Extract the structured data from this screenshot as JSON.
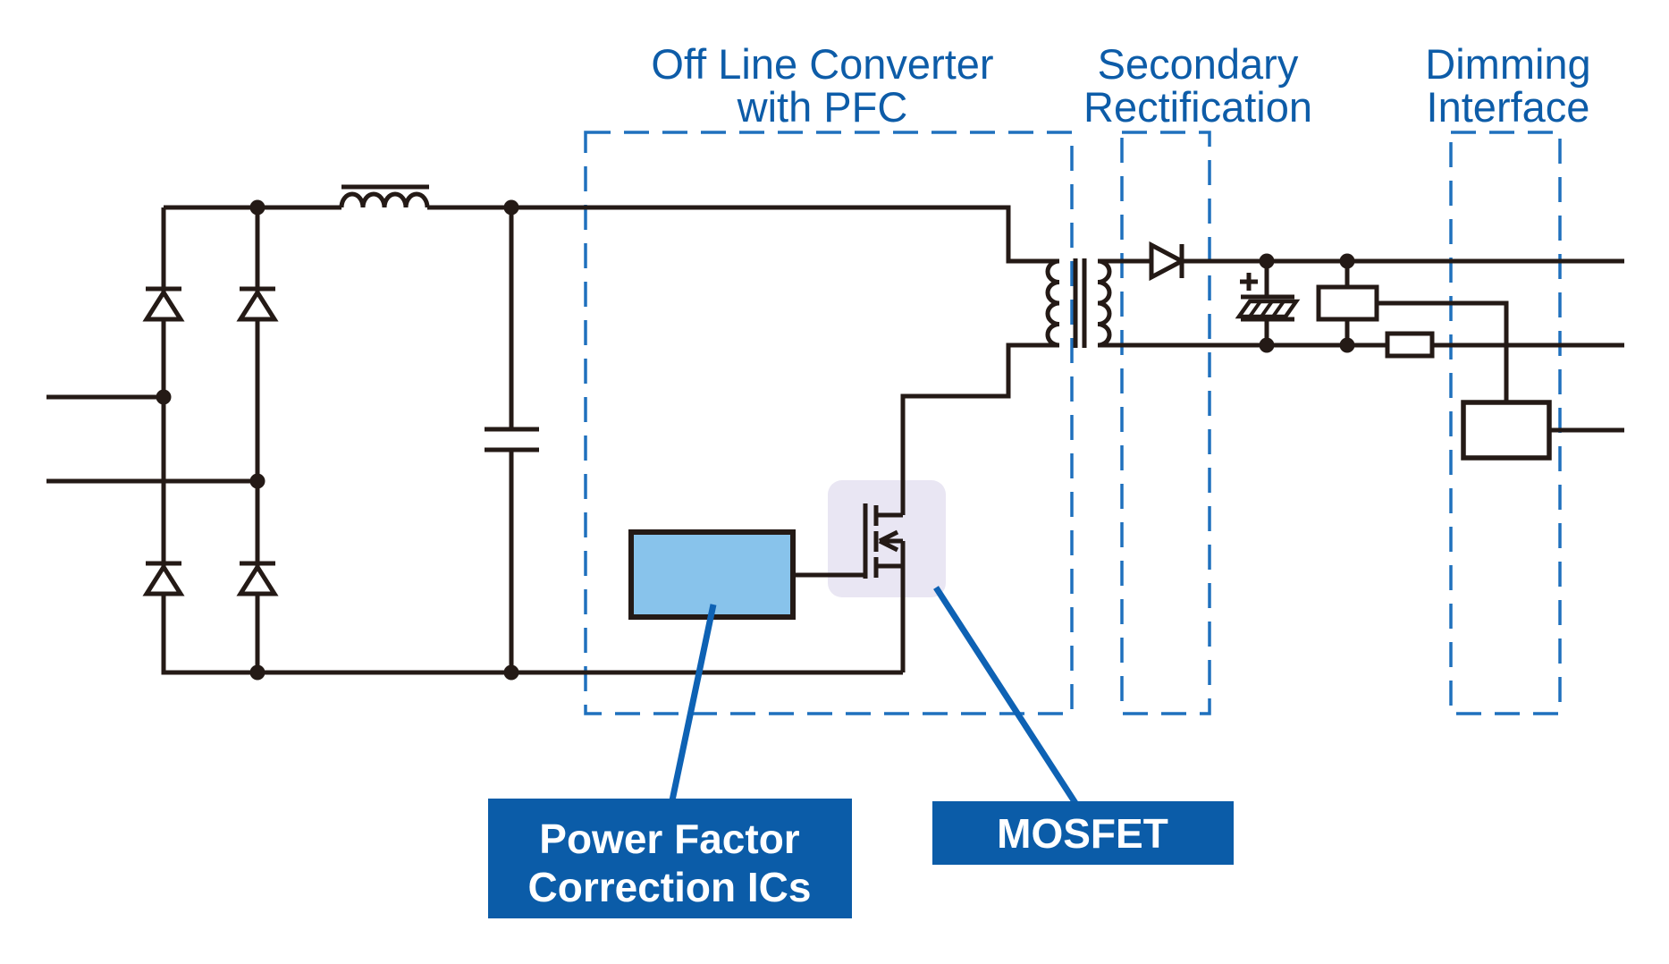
{
  "sections": {
    "offline": {
      "line1": "Off Line Converter",
      "line2": "with PFC"
    },
    "secondary": {
      "line1": "Secondary",
      "line2": "Rectification"
    },
    "dimming": {
      "line1": "Dimming",
      "line2": "Interface"
    }
  },
  "callouts": {
    "pfc": {
      "line1": "Power Factor",
      "line2": "Correction ICs"
    },
    "mosfet": {
      "label": "MOSFET"
    }
  },
  "colors": {
    "background": "#ffffff",
    "line": "#241a16",
    "section_title": "#0d5ca8",
    "dashed_border": "#1f70bd",
    "callout_line": "#0e62b4",
    "label_box_bg": "#0b5ca8",
    "label_text": "#ffffff",
    "pfc_ic_fill": "#88c3eb",
    "mosfet_highlight": "#e9e6f3"
  }
}
